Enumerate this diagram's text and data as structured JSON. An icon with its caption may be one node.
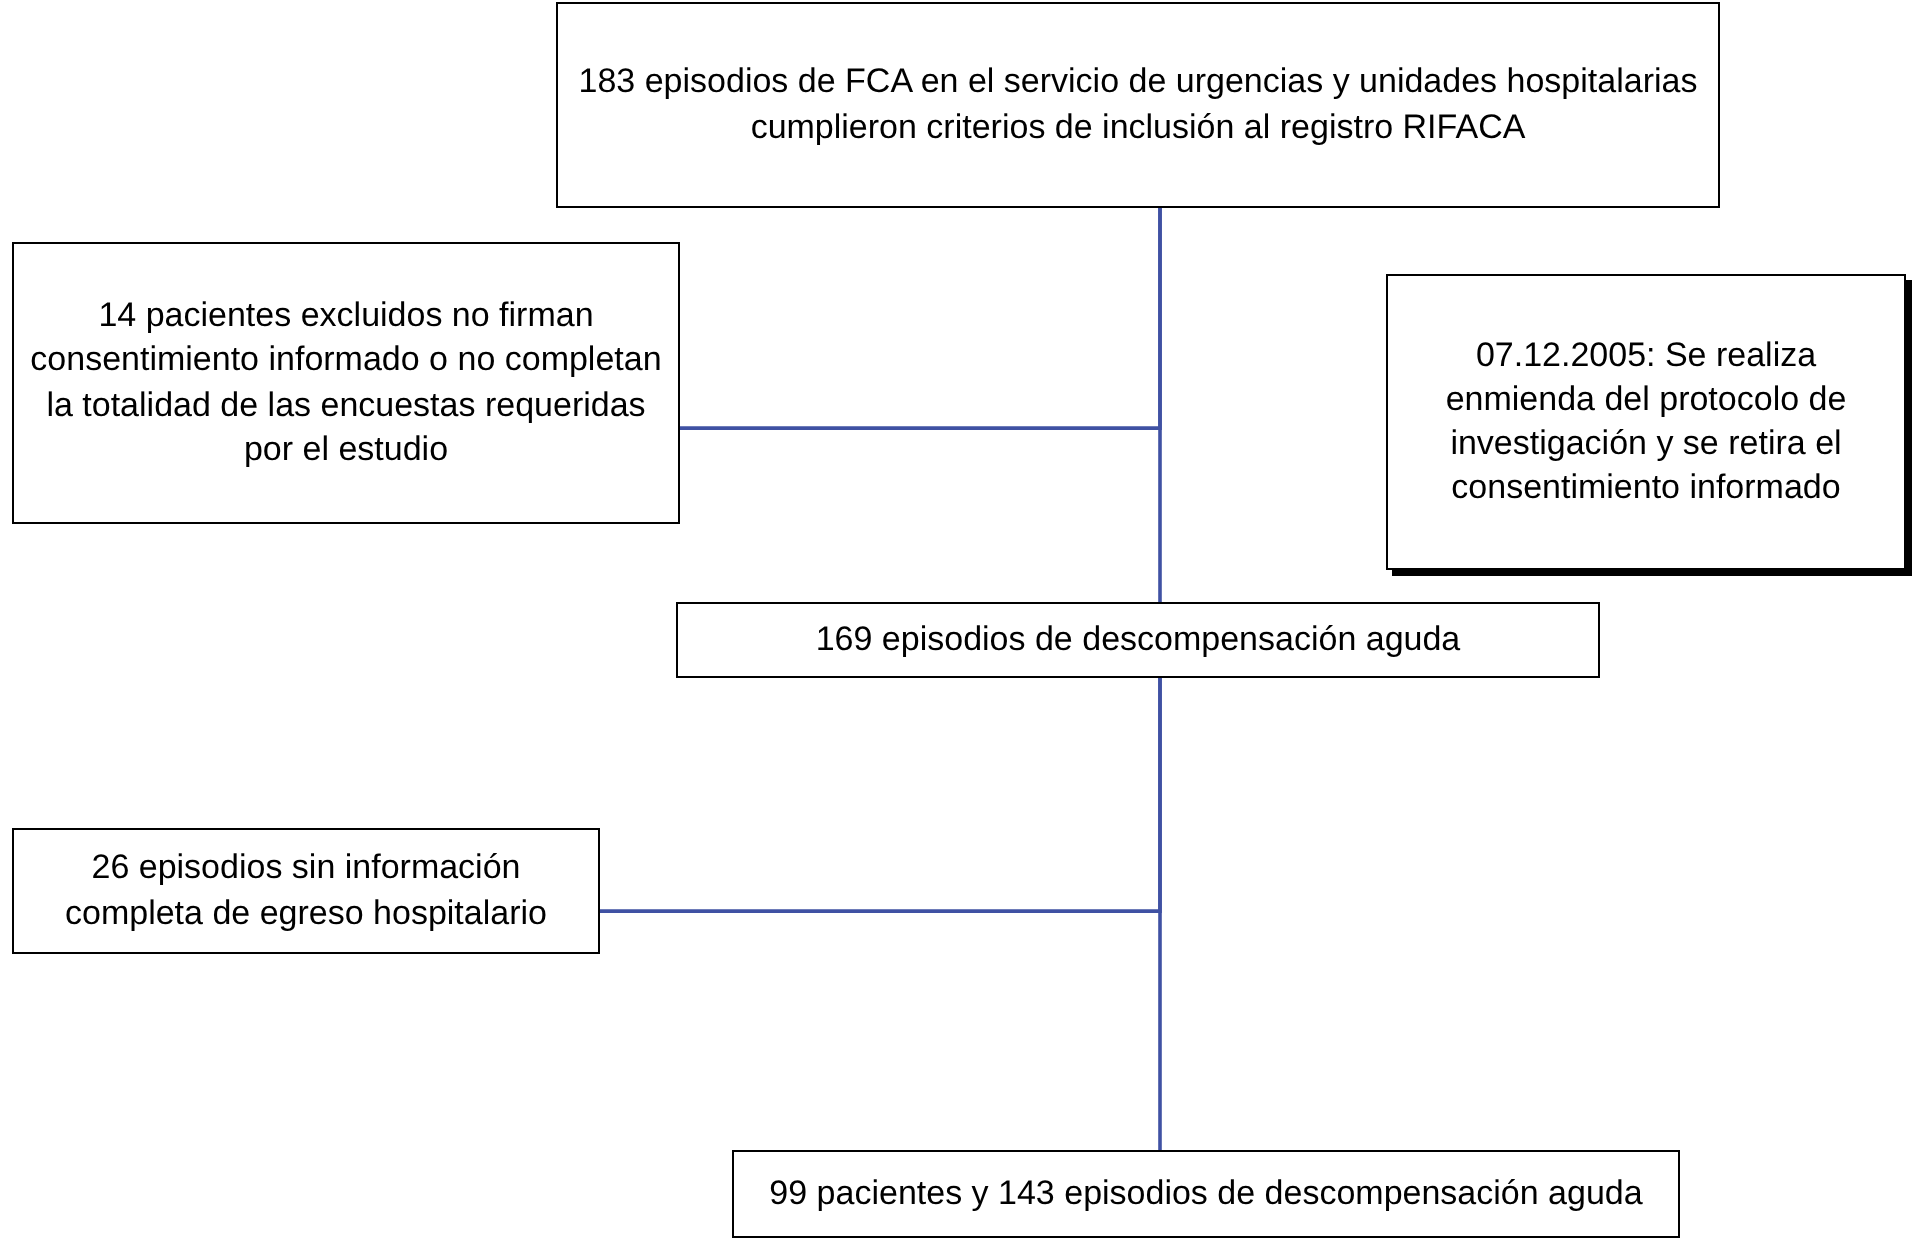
{
  "diagram": {
    "nodes": [
      {
        "text": [
          "183 episodios de FCA en el servicio de urgencias y unidades hospitalarias cumplieron criterios de inclusión al registro RIFACA"
        ]
      },
      {
        "text": [
          "14 pacientes excluidos no firman consentimiento informado o no completan la totalidad de las encuestas requeridas por el estudio"
        ]
      },
      {
        "text": [
          "07.12.2005: Se realiza enmienda del protocolo de investigación y se retira el consentimiento informado"
        ]
      },
      {
        "text": [
          "169 episodios de descompensación aguda"
        ]
      },
      {
        "text": [
          "26 episodios sin información completa de egreso hospitalario"
        ]
      },
      {
        "text": [
          "99 pacientes y 143 episodios de descompensación aguda"
        ]
      }
    ],
    "edges": [
      {
        "from": 0,
        "to": 3,
        "arrow": "none"
      },
      {
        "from": 0,
        "to": 1,
        "arrow": "none"
      },
      {
        "from": 3,
        "to": 5,
        "arrow": "none"
      },
      {
        "from": 3,
        "to": 4,
        "arrow": "none"
      }
    ]
  }
}
